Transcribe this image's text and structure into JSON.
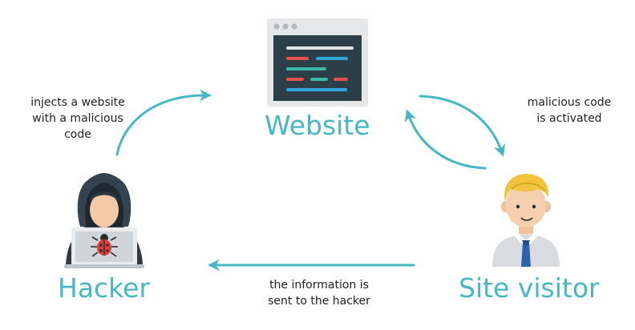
{
  "nodes": {
    "website": {
      "label": "Website"
    },
    "hacker": {
      "label": "Hacker"
    },
    "visitor": {
      "label": "Site visitor"
    }
  },
  "edges": {
    "inject": {
      "lines": [
        "injects a website",
        "with a malicious",
        "code"
      ]
    },
    "activated": {
      "lines": [
        "malicious code",
        "is activated"
      ]
    },
    "sent": {
      "lines": [
        "the information is",
        "sent to the hacker"
      ]
    }
  },
  "icons": {
    "website": "browser-window-icon",
    "hacker": "hooded-hacker-laptop-icon",
    "visitor": "businessman-icon",
    "bug": "bug-icon"
  },
  "colors": {
    "accent": "#47b7c2",
    "browser_frame": "#e6e7e9",
    "browser_screen": "#2c3e48",
    "code_red": "#e8514b",
    "code_blue": "#2fa6dc",
    "code_teal": "#3bb8a8",
    "code_light": "#dfe6ea"
  }
}
